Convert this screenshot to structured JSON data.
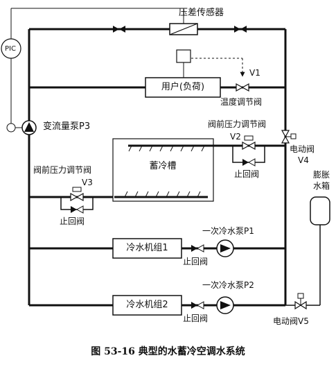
{
  "caption": "图 53-16   典型的水蓄冷空调水系统",
  "labels": {
    "dp_sensor": "压差传感器",
    "pic": "PIC",
    "v1": "V1",
    "user_load": "用户(负荷)",
    "temp_valve": "温度调节阀",
    "var_pump": "变流量泵P3",
    "pre_valve_right": "阀前压力调节阀",
    "v2": "V2",
    "valve_v4_name": "电动阀",
    "v4": "V4",
    "storage_tank": "蓄冷槽",
    "check_valve_right": "止回阀",
    "pre_valve_left": "阀前压力调节阀",
    "v3": "V3",
    "check_valve_left": "止回阀",
    "expansion_tank": "膨胀\n水箱",
    "primary_pump_p1": "一次冷水泵P1",
    "chiller1": "冷水机组1",
    "check_valve_1": "止回阀",
    "primary_pump_p2": "一次冷水泵P2",
    "chiller2": "冷水机组2",
    "check_valve_2": "止回阀",
    "valve_v5": "电动阀V5"
  }
}
